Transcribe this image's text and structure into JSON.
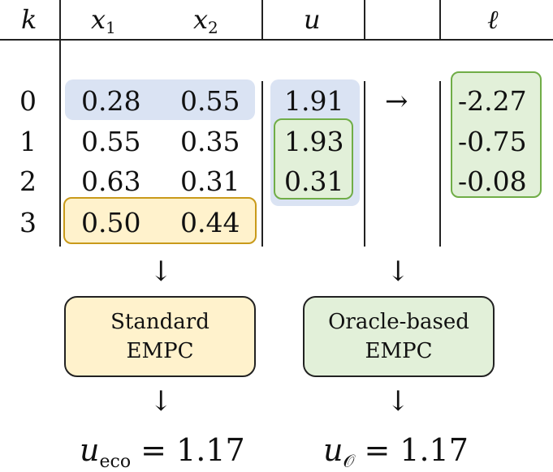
{
  "headers": {
    "k": "k",
    "x1_base": "x",
    "x1_sub": "1",
    "x2_base": "x",
    "x2_sub": "2",
    "u": "u",
    "blank": "",
    "ell": "ℓ"
  },
  "rows": [
    {
      "k": "0",
      "x1": "0.28",
      "x2": "0.55",
      "u": "1.91",
      "ell": "-2.27"
    },
    {
      "k": "1",
      "x1": "0.55",
      "x2": "0.35",
      "u": "1.93",
      "ell": "-0.75"
    },
    {
      "k": "2",
      "x1": "0.63",
      "x2": "0.31",
      "u": "0.31",
      "ell": "-0.08"
    },
    {
      "k": "3",
      "x1": "0.50",
      "x2": "0.44",
      "u": "",
      "ell": ""
    }
  ],
  "arrows": {
    "right": "→",
    "down": "↓"
  },
  "boxes": {
    "standard": {
      "line1": "Standard",
      "line2": "EMPC"
    },
    "oracle": {
      "line1": "Oracle-based",
      "line2": "EMPC"
    }
  },
  "results": {
    "eco": {
      "var": "u",
      "sub": "eco",
      "eq": " = 1.17"
    },
    "oracle": {
      "var": "u",
      "sub": "𝒪",
      "eq": " = 1.17"
    }
  },
  "colors": {
    "highlight_blue": "#dae3f3",
    "highlight_yellow": "#fff2cc",
    "border_yellow": "#c99a1a",
    "highlight_green": "#e2f0d9",
    "border_green": "#70ad47"
  }
}
